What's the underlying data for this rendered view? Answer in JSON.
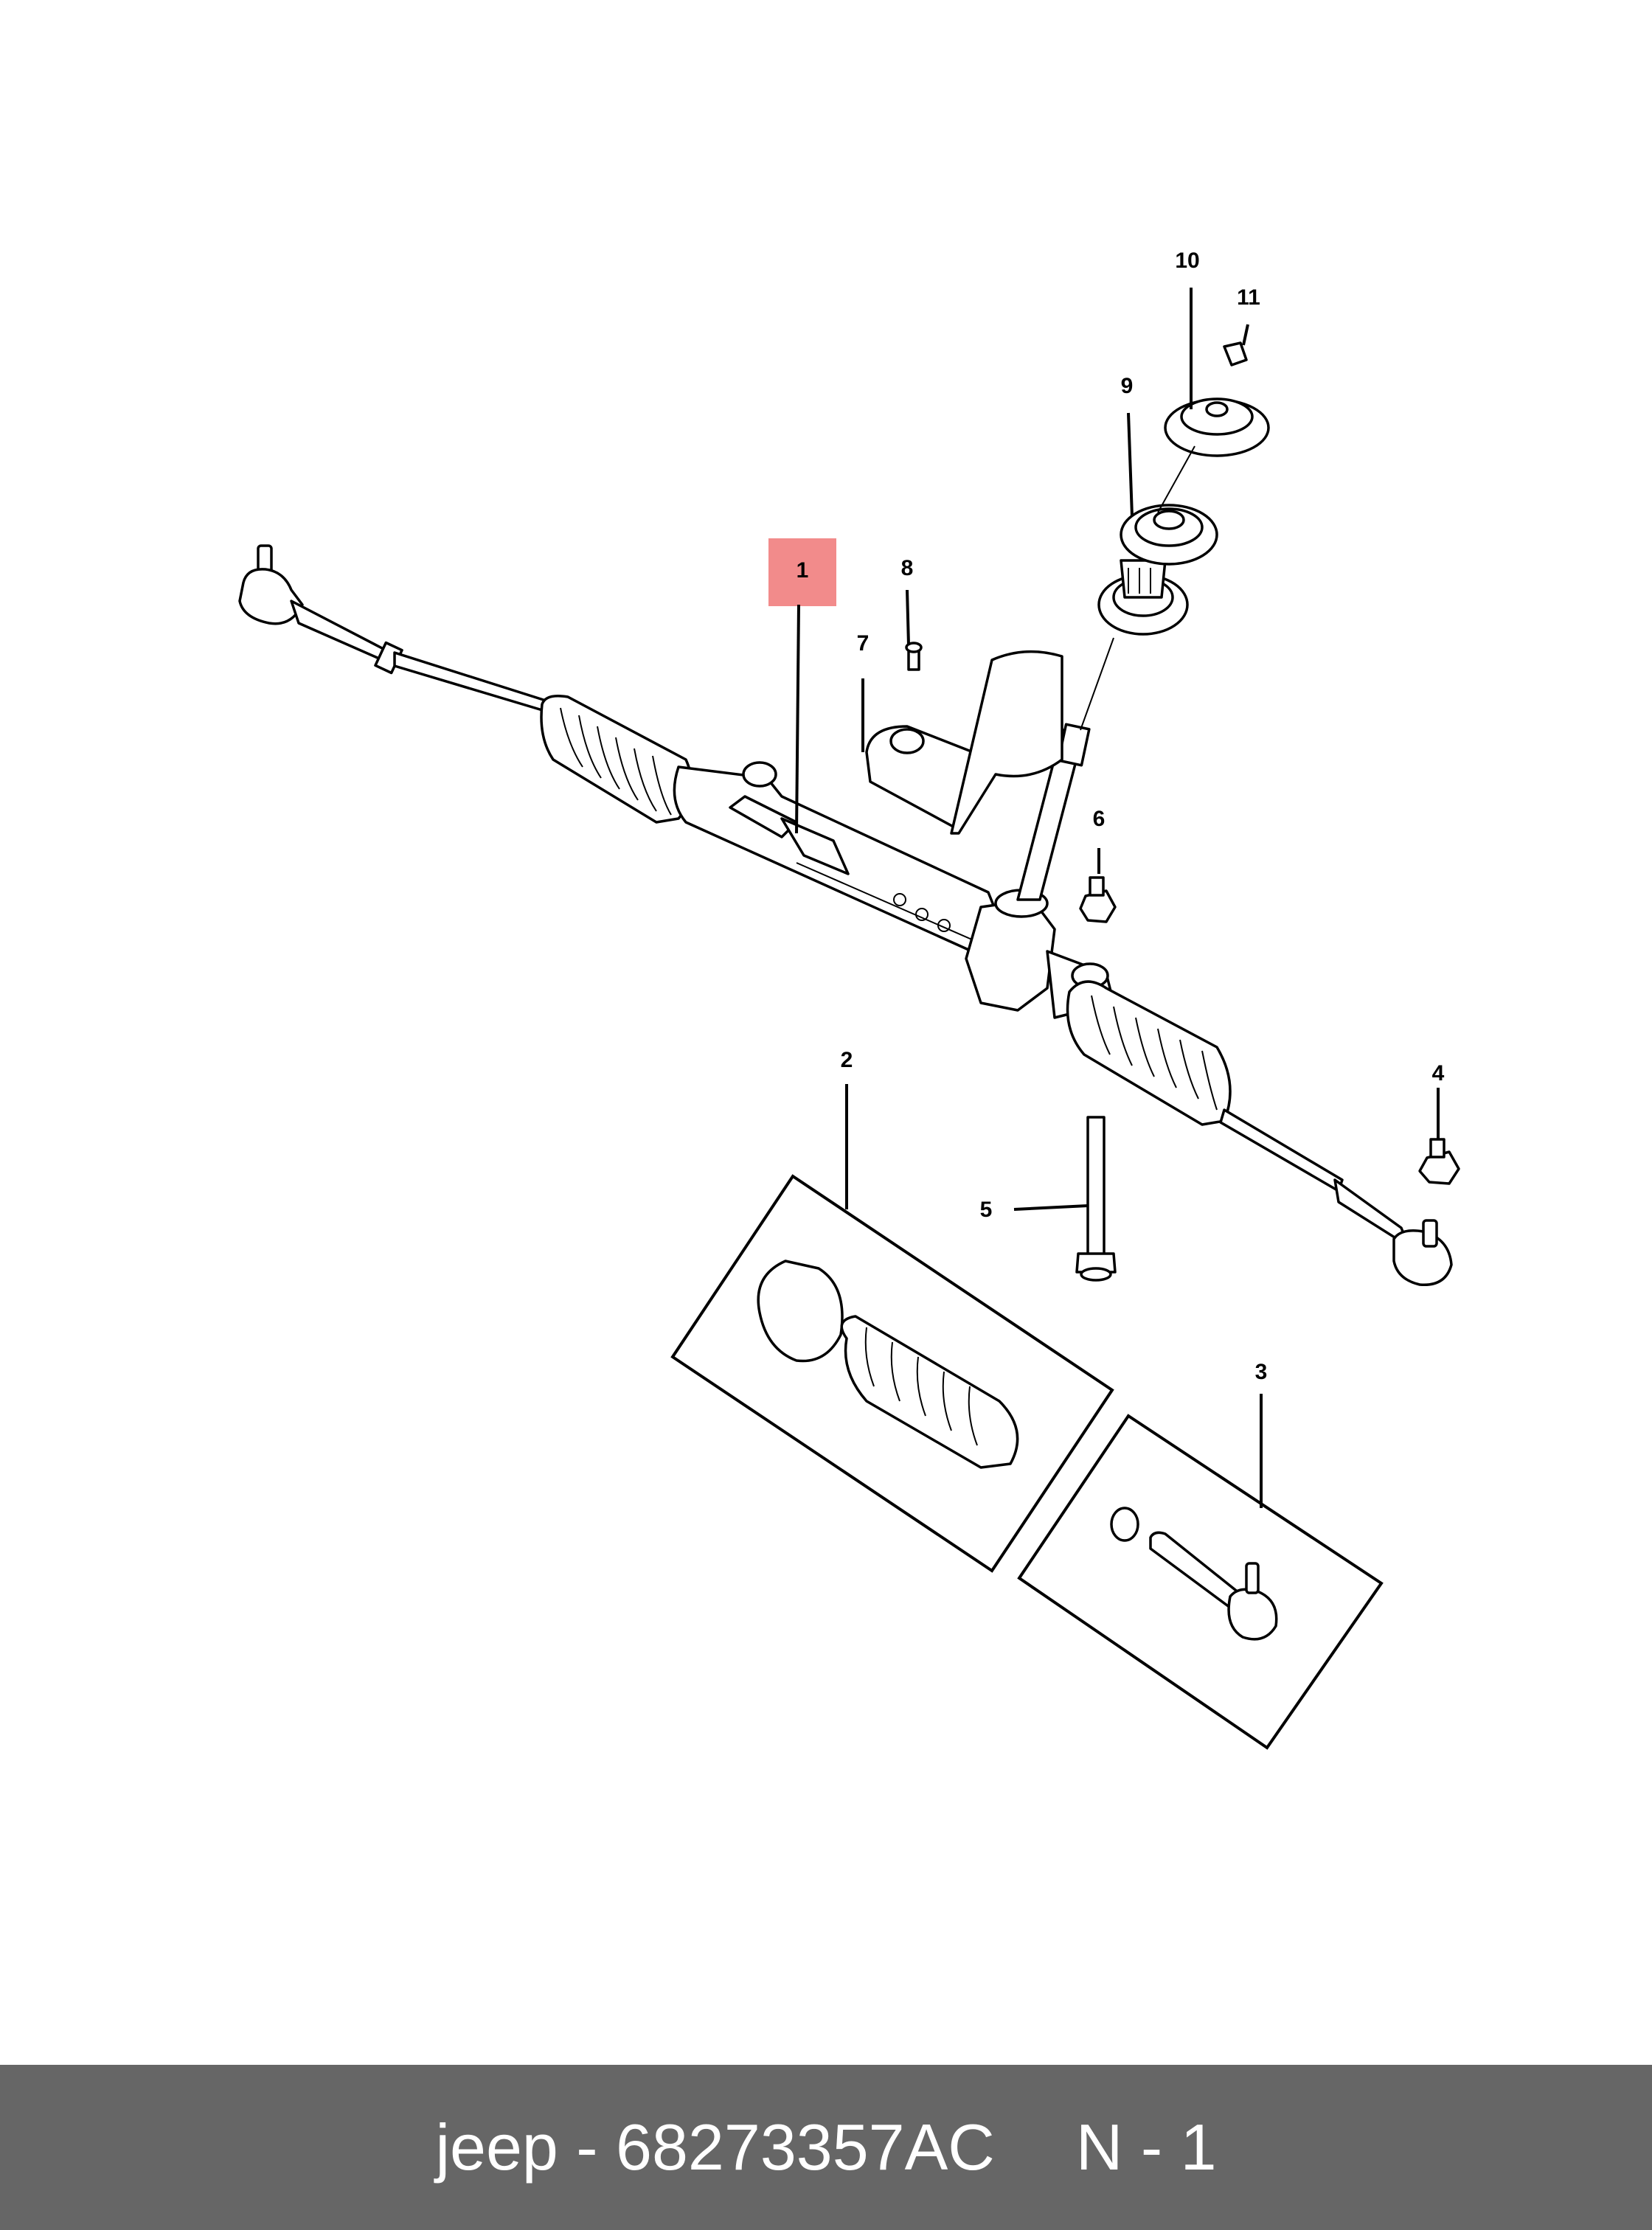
{
  "diagram": {
    "highlight_color": "#f28b8b",
    "callouts": [
      {
        "id": "c1",
        "label": "1"
      },
      {
        "id": "c2",
        "label": "2"
      },
      {
        "id": "c3",
        "label": "3"
      },
      {
        "id": "c4",
        "label": "4"
      },
      {
        "id": "c5",
        "label": "5"
      },
      {
        "id": "c6",
        "label": "6"
      },
      {
        "id": "c7",
        "label": "7"
      },
      {
        "id": "c8",
        "label": "8"
      },
      {
        "id": "c9",
        "label": "9"
      },
      {
        "id": "c10",
        "label": "10"
      },
      {
        "id": "c11",
        "label": "11"
      }
    ],
    "highlighted_callout": "1"
  },
  "footer": {
    "part_text": "jeep - 68273357AC",
    "position_text": "N - 1",
    "background": "#666666"
  }
}
